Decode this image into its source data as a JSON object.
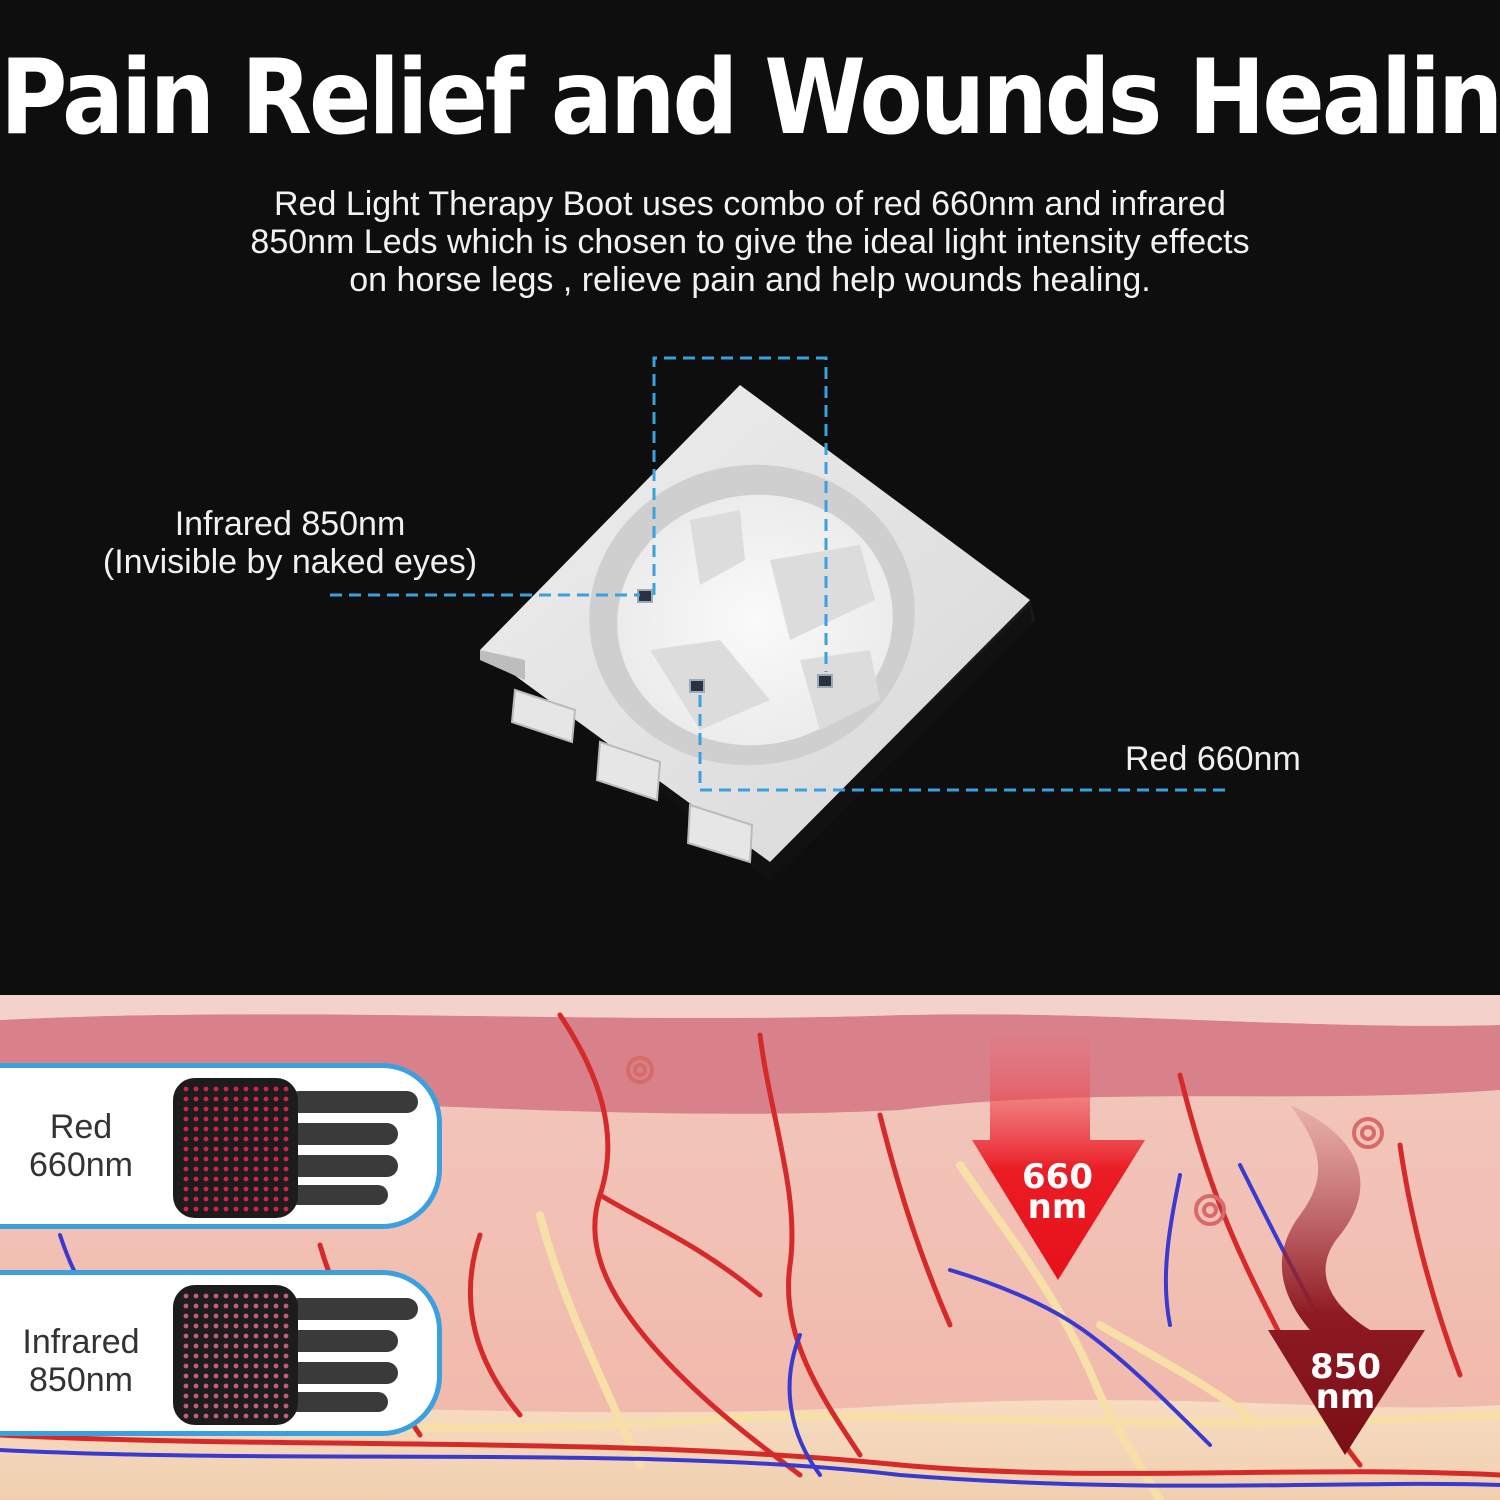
{
  "title": "Pain Relief and Wounds Healing",
  "description": {
    "line1": "Red Light Therapy Boot uses combo of red 660nm and infrared",
    "line2": "850nm Leds which is chosen to give the ideal light intensity effects",
    "line3": "on horse legs , relieve pain and help wounds healing."
  },
  "chip_labels": {
    "infrared_line1": "Infrared 850nm",
    "infrared_line2": "(Invisible by naked eyes)",
    "red": "Red 660nm"
  },
  "panels": [
    {
      "line1": "Red",
      "line2": "660nm",
      "dot_color": "#d8204a"
    },
    {
      "line1": "Infrared",
      "line2": "850nm",
      "dot_color": "#c85a7a"
    }
  ],
  "arrows": {
    "red": {
      "line1": "660",
      "line2": "nm",
      "color": "#e8101a"
    },
    "infrared": {
      "line1": "850",
      "line2": "nm",
      "color": "#8a1018"
    }
  },
  "colors": {
    "background": "#0e0e0e",
    "callout_line": "#3aa0e0",
    "skin": "#f2c4bb",
    "vessel_red": "#d42a2a",
    "vessel_blue": "#3a3ad0"
  }
}
